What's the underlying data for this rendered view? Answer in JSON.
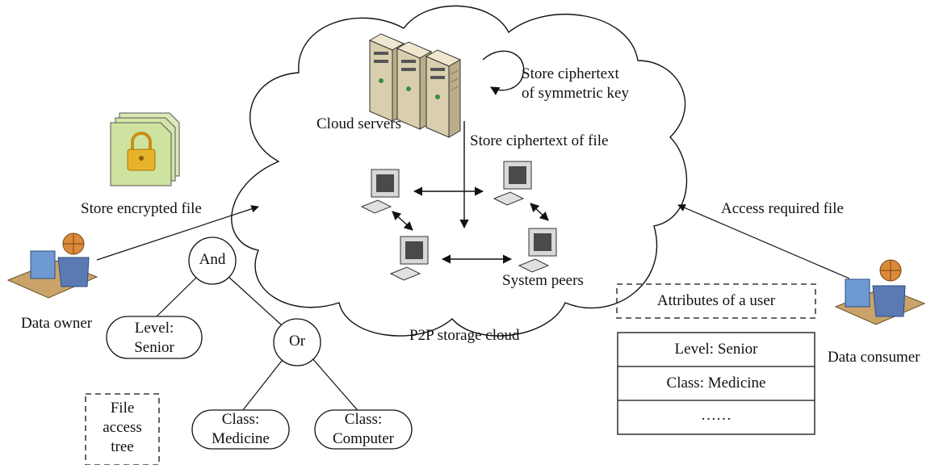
{
  "cloud": {
    "title": "P2P storage cloud",
    "servers_label": "Cloud servers",
    "store_key_label": "Store ciphertext\nof symmetric key",
    "store_file_label": "Store ciphertext of file",
    "peers_label": "System peers"
  },
  "owner": {
    "label": "Data owner",
    "store_label": "Store encrypted file"
  },
  "consumer": {
    "label": "Data consumer",
    "access_label": "Access required file"
  },
  "access_tree": {
    "caption": "File\naccess\ntree",
    "root": "And",
    "level_node": "Level:\nSenior",
    "or_node": "Or",
    "class_medicine": "Class:\nMedicine",
    "class_computer": "Class:\nComputer"
  },
  "user_attributes": {
    "title": "Attributes of a user",
    "rows": [
      "Level: Senior",
      "Class: Medicine",
      "……"
    ]
  },
  "colors": {
    "stroke": "#111111",
    "file_green": "#cfe3a0",
    "lock_gold": "#e8b32a",
    "server_body": "#d9cfae",
    "monitor_screen": "#4a4a4a",
    "person_shirt": "#5b79b3",
    "person_head": "#d98a3a"
  },
  "icons": [
    "server-icon",
    "computer-icon",
    "encrypted-file-icon",
    "lock-icon",
    "user-at-desk-icon"
  ]
}
